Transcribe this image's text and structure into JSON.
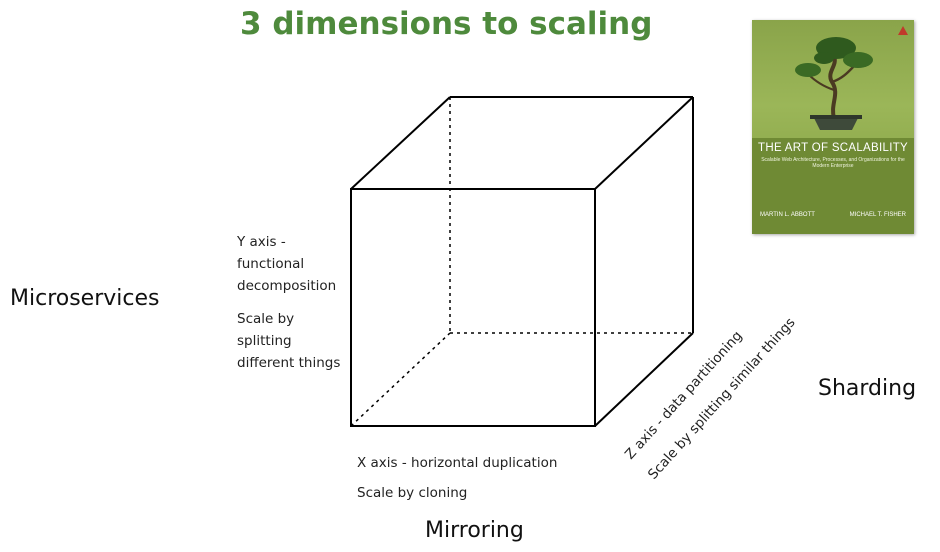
{
  "title": "3 dimensions to scaling",
  "y_axis": {
    "label_lines": [
      "Y axis -",
      "functional",
      "decomposition"
    ],
    "desc_lines": [
      "Scale by",
      "splitting",
      "different things"
    ],
    "name": "Microservices"
  },
  "x_axis": {
    "label": "X axis - horizontal duplication",
    "desc": "Scale by cloning",
    "name": "Mirroring"
  },
  "z_axis": {
    "label": "Z axis - data partitioning",
    "desc": "Scale by splitting similar things",
    "name": "Sharding"
  },
  "book": {
    "title": "THE ART OF SCALABILITY",
    "subtitle": "Scalable Web Architecture, Processes, and Organizations for the Modern Enterprise",
    "author1": "MARTIN L. ABBOTT",
    "author2": "MICHAEL T. FISHER",
    "cover_color": "#8aa44a",
    "logo_icon": "publisher-triangle-icon"
  },
  "colors": {
    "title": "#4e8a3c"
  }
}
